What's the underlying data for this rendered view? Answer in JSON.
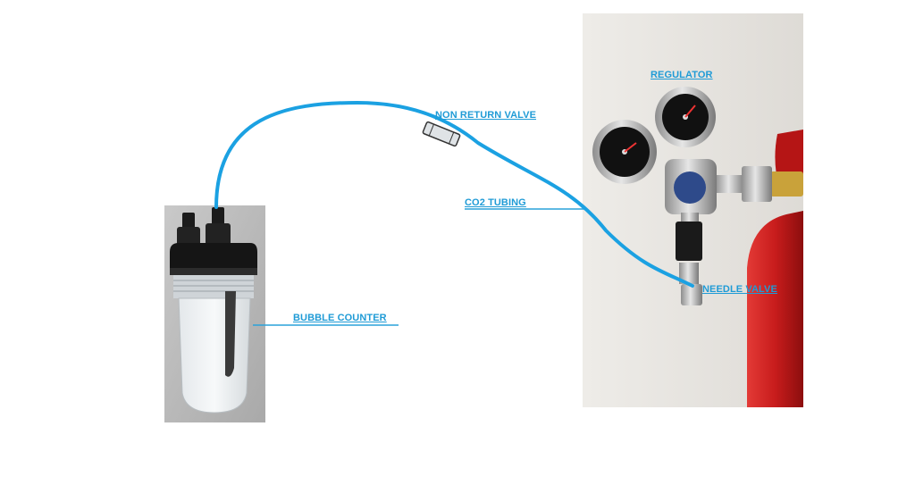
{
  "labels": {
    "regulator": "REGULATOR",
    "non_return_valve": "NON RETURN VALVE",
    "co2_tubing": "CO2 TUBING",
    "needle_valve": "NEEDLE VALVE",
    "bubble_counter": "BUBBLE COUNTER"
  },
  "colors": {
    "label_text": "#1f9bd6",
    "tubing": "#1ba1e2",
    "leader_line": "#2aa2da",
    "photo_wall_bubble": "#bdbdbd",
    "photo_wall_regulator": "#e9e7e3",
    "cylinder_red": "#c61a1a"
  }
}
